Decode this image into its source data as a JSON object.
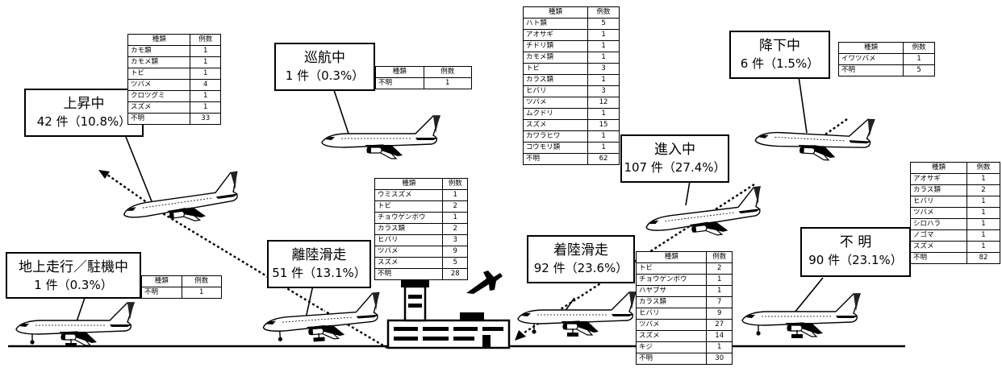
{
  "header": {
    "species": "種類",
    "count": "例数"
  },
  "phases": [
    {
      "id": "ground",
      "name": "地上走行／駐機中",
      "summary": "1 件（0.3%）",
      "rows": [
        [
          "不明",
          "1"
        ]
      ]
    },
    {
      "id": "climb",
      "name": "上昇中",
      "summary": "42 件（10.8%）",
      "rows": [
        [
          "カモ類",
          "1"
        ],
        [
          "カモメ類",
          "1"
        ],
        [
          "トビ",
          "1"
        ],
        [
          "ツバメ",
          "4"
        ],
        [
          "クロツグミ",
          "1"
        ],
        [
          "スズメ",
          "1"
        ],
        [
          "不明",
          "33"
        ]
      ]
    },
    {
      "id": "cruise",
      "name": "巡航中",
      "summary": "1 件（0.3%）",
      "rows": [
        [
          "不明",
          "1"
        ]
      ]
    },
    {
      "id": "takeoff",
      "name": "離陸滑走",
      "summary": "51 件（13.1%）",
      "rows": [
        [
          "ウミスズメ",
          "1"
        ],
        [
          "トビ",
          "2"
        ],
        [
          "チョウゲンボウ",
          "1"
        ],
        [
          "カラス類",
          "2"
        ],
        [
          "ヒバリ",
          "3"
        ],
        [
          "ツバメ",
          "9"
        ],
        [
          "スズメ",
          "5"
        ],
        [
          "不明",
          "28"
        ]
      ]
    },
    {
      "id": "approach",
      "name": "進入中",
      "summary": "107 件（27.4%）",
      "rows": [
        [
          "ハト類",
          "5"
        ],
        [
          "アオサギ",
          "1"
        ],
        [
          "チドリ類",
          "1"
        ],
        [
          "カモメ類",
          "1"
        ],
        [
          "トビ",
          "3"
        ],
        [
          "カラス類",
          "1"
        ],
        [
          "ヒバリ",
          "3"
        ],
        [
          "ツバメ",
          "12"
        ],
        [
          "ムクドリ",
          "1"
        ],
        [
          "スズメ",
          "15"
        ],
        [
          "カワラヒワ",
          "1"
        ],
        [
          "コウモリ類",
          "1"
        ],
        [
          "不明",
          "62"
        ]
      ]
    },
    {
      "id": "descent",
      "name": "降下中",
      "summary": "6 件（1.5%）",
      "rows": [
        [
          "イワツバメ",
          "1"
        ],
        [
          "不明",
          "5"
        ]
      ]
    },
    {
      "id": "landing",
      "name": "着陸滑走",
      "summary": "92 件（23.6%）",
      "rows": [
        [
          "トビ",
          "2"
        ],
        [
          "チョウゲンボウ",
          "1"
        ],
        [
          "ハヤブサ",
          "1"
        ],
        [
          "カラス類",
          "7"
        ],
        [
          "ヒバリ",
          "9"
        ],
        [
          "ツバメ",
          "27"
        ],
        [
          "スズメ",
          "14"
        ],
        [
          "キジ",
          "1"
        ],
        [
          "不明",
          "30"
        ]
      ]
    },
    {
      "id": "unknown",
      "name": "不 明",
      "summary": "90 件（23.1%）",
      "rows": [
        [
          "アオサギ",
          "1"
        ],
        [
          "カラス類",
          "2"
        ],
        [
          "ヒバリ",
          "1"
        ],
        [
          "ツバメ",
          "1"
        ],
        [
          "シロハラ",
          "1"
        ],
        [
          "ノゴマ",
          "1"
        ],
        [
          "スズメ",
          "1"
        ],
        [
          "不明",
          "82"
        ]
      ]
    }
  ]
}
